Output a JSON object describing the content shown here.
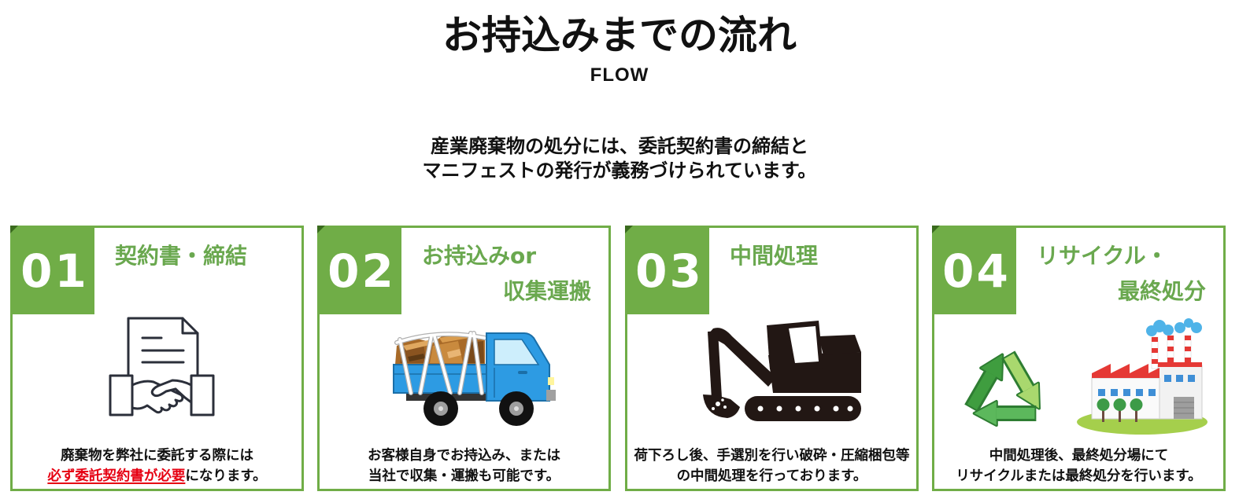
{
  "section": {
    "title": "お持込みまでの流れ",
    "subtitle": "FLOW",
    "intro_lines": [
      "産業廃棄物の処分には、委託契約書の締結と",
      "マニフェストの発行が義務づけられています。"
    ]
  },
  "cards": [
    {
      "number": "01",
      "title_lines": [
        "契約書・締結"
      ],
      "illustration": "contract-handshake-icon",
      "desc_line1": "廃棄物を弊社に委託する際には",
      "desc_line2_emphasis": "必ず委託契約書が必要",
      "desc_line2": "になります。"
    },
    {
      "number": "02",
      "title_lines": [
        "お持込みor",
        "収集運搬"
      ],
      "illustration": "truck-icon",
      "desc_line1": "お客様自身でお持込み、または",
      "desc_line2": "当社で収集・運搬も可能です。"
    },
    {
      "number": "03",
      "title_lines": [
        "中間処理"
      ],
      "illustration": "excavator-icon",
      "desc_line1": "荷下ろし後、手選別を行い破砕・圧縮梱包等",
      "desc_line2": "の中間処理を行っております。"
    },
    {
      "number": "04",
      "title_lines": [
        "リサイクル・",
        "最終処分"
      ],
      "illustration": "recycle-factory-icon",
      "desc_line1": "中間処理後、最終処分場にて",
      "desc_line2": "リサイクルまたは最終処分を行います。"
    }
  ],
  "colors": {
    "accent_green": "#70ad47",
    "title_green": "#6aa84f",
    "emphasis_red": "#e60012",
    "text": "#111111"
  }
}
